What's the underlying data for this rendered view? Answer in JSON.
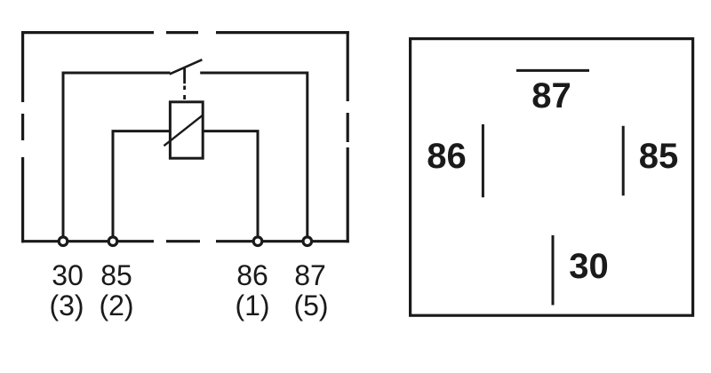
{
  "diagram": {
    "title": "relay-wiring-and-pinout-diagram",
    "colors": {
      "line": "#1a1a1a",
      "background": "#ffffff"
    },
    "schematic": {
      "description": "relay internal circuit inside dashed housing outline",
      "components": [
        "switch-contact",
        "coil"
      ],
      "terminals": [
        {
          "id": "30",
          "alt_id": "(3)"
        },
        {
          "id": "85",
          "alt_id": "(2)"
        },
        {
          "id": "86",
          "alt_id": "(1)"
        },
        {
          "id": "87",
          "alt_id": "(5)"
        }
      ]
    },
    "pinout": {
      "description": "relay base pin layout square",
      "pins": [
        {
          "id": "87",
          "position": "top"
        },
        {
          "id": "86",
          "position": "left"
        },
        {
          "id": "85",
          "position": "right"
        },
        {
          "id": "30",
          "position": "bottom"
        }
      ]
    }
  }
}
